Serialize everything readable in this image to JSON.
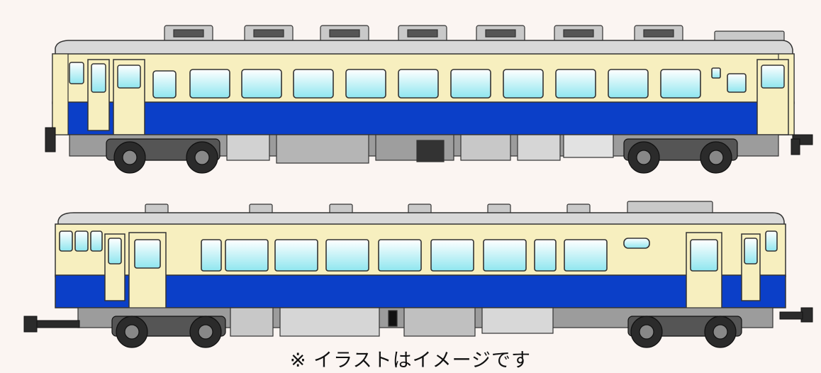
{
  "caption": "※ イラストはイメージです",
  "colors": {
    "background": "#fbf5f2",
    "cream": "#f7efbf",
    "blue": "#0b3fc8",
    "roof": "#c9c9c9",
    "underfloor": "#8e8e8e",
    "truck": "#2b2b2b",
    "outline": "#222222",
    "window_top": "#ffffff",
    "window_bottom": "#8fe6ef"
  },
  "icons": [
    "railcar-illustration",
    "railcar-illustration"
  ]
}
